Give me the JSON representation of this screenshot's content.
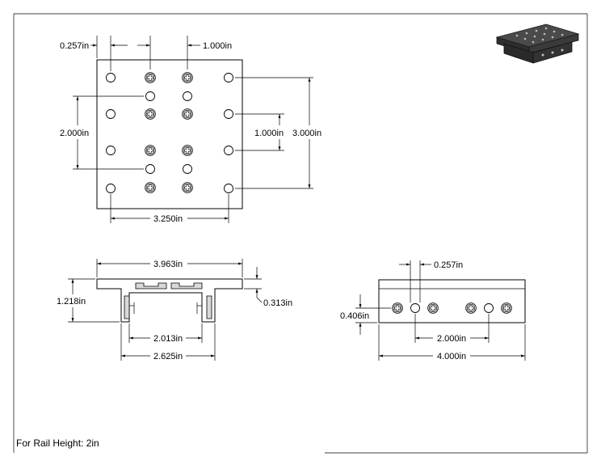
{
  "top_view": {
    "dim_hole_offset": "0.257in",
    "dim_hole_spacing_h": "1.000in",
    "dim_spacing_left": "2.000in",
    "dim_spacing_right": "1.000in",
    "dim_height": "3.000in",
    "dim_width": "3.250in"
  },
  "front_view": {
    "dim_overall_width": "3.963in",
    "dim_height": "1.218in",
    "dim_thickness": "0.313in",
    "dim_inner": "2.013in",
    "dim_outer": "2.625in"
  },
  "side_view": {
    "dim_hole_offset": "0.257in",
    "dim_hole_height": "0.406in",
    "dim_spacing": "2.000in",
    "dim_length": "4.000in"
  },
  "footer": {
    "note": "For Rail Height: 2in"
  },
  "colors": {
    "line": "#000000",
    "shade": "#d9d9d9",
    "thumbnail": "#3a3a3a"
  }
}
